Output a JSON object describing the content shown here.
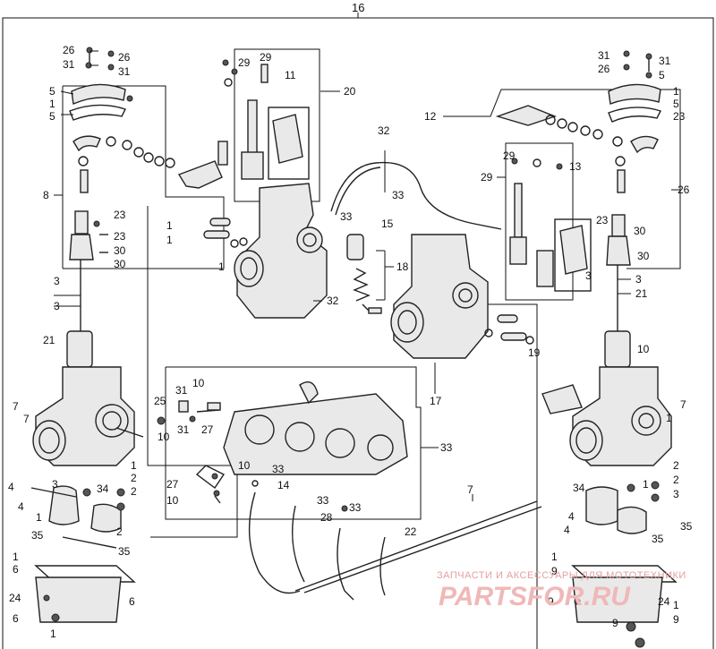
{
  "diagram": {
    "assembly_label": "16",
    "labels": [
      "26",
      "31",
      "26",
      "31",
      "5",
      "1",
      "5",
      "29",
      "29",
      "11",
      "20",
      "8",
      "23",
      "23",
      "30",
      "30",
      "3",
      "3",
      "21",
      "7",
      "7",
      "4",
      "4",
      "1",
      "3",
      "34",
      "1",
      "2",
      "2",
      "2",
      "35",
      "35",
      "1",
      "6",
      "6",
      "24",
      "6",
      "1",
      "1",
      "1",
      "1",
      "19",
      "32",
      "32",
      "33",
      "33",
      "15",
      "18",
      "17",
      "12",
      "29",
      "29",
      "13",
      "26",
      "31",
      "26",
      "31",
      "5",
      "1",
      "5",
      "23",
      "23",
      "30",
      "30",
      "3",
      "3",
      "21",
      "10",
      "25",
      "31",
      "10",
      "10",
      "31",
      "27",
      "27",
      "10",
      "10",
      "33",
      "14",
      "33",
      "33",
      "28",
      "33",
      "22",
      "7",
      "7",
      "1",
      "2",
      "2",
      "3",
      "34",
      "1",
      "4",
      "35",
      "4",
      "35",
      "1",
      "9",
      "24",
      "9",
      "1",
      "9",
      "9"
    ]
  },
  "watermark": {
    "line1": "ЗАПЧАСТИ И АКСЕССУАРЫ ДЛЯ МОТОТЕХНИКИ",
    "line2": "PARTSFOR.RU"
  }
}
